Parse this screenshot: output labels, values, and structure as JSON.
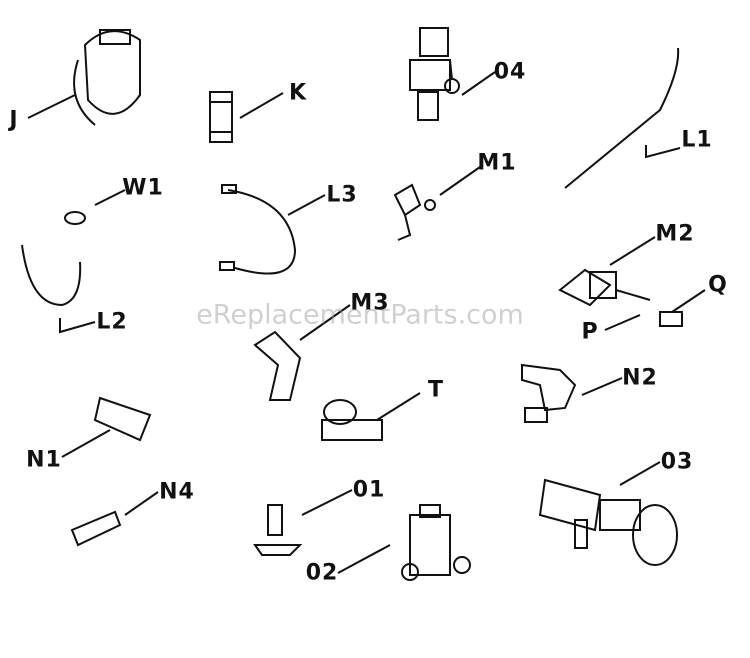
{
  "watermark": "eReplacementParts.com",
  "labels": {
    "J": "J",
    "K": "K",
    "O4": "04",
    "L1": "L1",
    "W1": "W1",
    "L3": "L3",
    "M1": "M1",
    "L2": "L2",
    "M2": "M2",
    "Q": "Q",
    "P": "P",
    "M3": "M3",
    "N2": "N2",
    "T": "T",
    "N1": "N1",
    "O3": "03",
    "N4": "N4",
    "O1": "01",
    "O2": "02"
  }
}
